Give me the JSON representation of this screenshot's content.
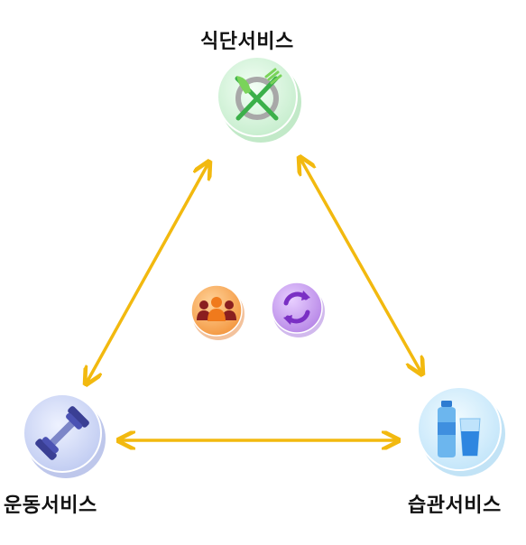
{
  "nodes": {
    "diet": {
      "label": "식단서비스",
      "icon": "fork-knife-plate-icon"
    },
    "exercise": {
      "label": "운동서비스",
      "icon": "dumbbell-icon"
    },
    "habit": {
      "label": "습관서비스",
      "icon": "water-bottle-glass-icon"
    }
  },
  "center_icons": [
    {
      "icon": "people-group-icon"
    },
    {
      "icon": "cycle-refresh-icon"
    }
  ],
  "colors": {
    "arrow": "#F2B90F",
    "diet_circle": "#D4F2DA",
    "exercise_circle": "#C9D3F4",
    "habit_circle": "#CDEBFB",
    "people_circle": "#F7A24E",
    "cycle_circle": "#C79AF0"
  }
}
